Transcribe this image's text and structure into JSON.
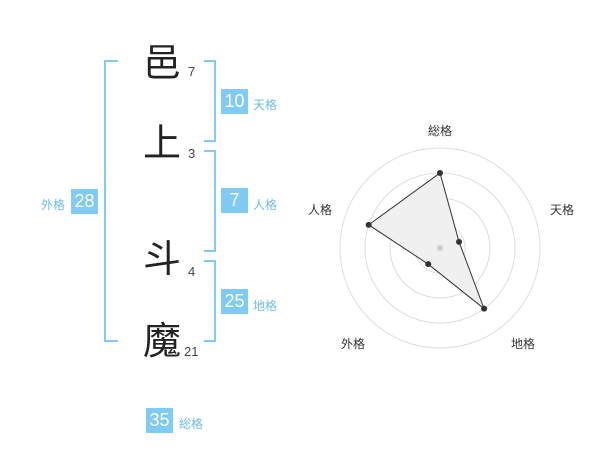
{
  "name": {
    "chars": [
      {
        "char": "邑",
        "strokes": "7"
      },
      {
        "char": "上",
        "strokes": "3"
      },
      {
        "char": "斗",
        "strokes": "4"
      },
      {
        "char": "魔",
        "strokes": "21"
      }
    ]
  },
  "fortunes": {
    "tenkaku": {
      "label": "天格",
      "value": "10"
    },
    "jinkaku": {
      "label": "人格",
      "value": "7"
    },
    "chikaku": {
      "label": "地格",
      "value": "25"
    },
    "gaikaku": {
      "label": "外格",
      "value": "28"
    },
    "soukaku": {
      "label": "総格",
      "value": "35"
    }
  },
  "chart_data": {
    "type": "radar",
    "axes": [
      "総格",
      "天格",
      "地格",
      "外格",
      "人格"
    ],
    "values": [
      0.75,
      0.2,
      0.75,
      0.2,
      0.75
    ],
    "rings": 4,
    "grid": true,
    "colors": {
      "grid": "#dddddd",
      "fill": "#f0f0f0",
      "line": "#333333",
      "point": "#333333",
      "center": "#cccccc",
      "accent": "#7fcbf5"
    }
  }
}
